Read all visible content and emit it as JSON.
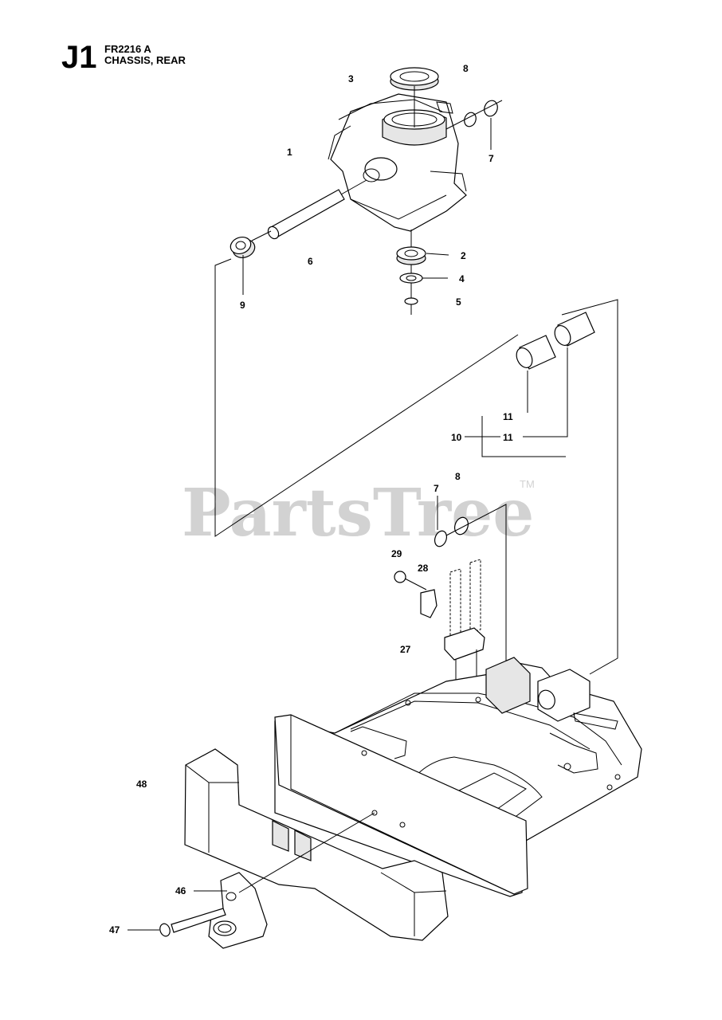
{
  "header": {
    "section_code": "J1",
    "model": "FR2216 A",
    "title": "CHASSIS, REAR"
  },
  "watermark": {
    "text": "PartsTree",
    "trademark": "TM",
    "color": "#d2d2d2"
  },
  "callouts": [
    {
      "id": "c1",
      "label": "1"
    },
    {
      "id": "c2",
      "label": "2"
    },
    {
      "id": "c3",
      "label": "3"
    },
    {
      "id": "c4",
      "label": "4"
    },
    {
      "id": "c5",
      "label": "5"
    },
    {
      "id": "c6",
      "label": "6"
    },
    {
      "id": "c7a",
      "label": "7"
    },
    {
      "id": "c8a",
      "label": "8"
    },
    {
      "id": "c9",
      "label": "9"
    },
    {
      "id": "c10",
      "label": "10"
    },
    {
      "id": "c11a",
      "label": "11"
    },
    {
      "id": "c11b",
      "label": "11"
    },
    {
      "id": "c7b",
      "label": "7"
    },
    {
      "id": "c8b",
      "label": "8"
    },
    {
      "id": "c29",
      "label": "29"
    },
    {
      "id": "c28",
      "label": "28"
    },
    {
      "id": "c27",
      "label": "27"
    },
    {
      "id": "c48",
      "label": "48"
    },
    {
      "id": "c46",
      "label": "46"
    },
    {
      "id": "c47",
      "label": "47"
    }
  ]
}
